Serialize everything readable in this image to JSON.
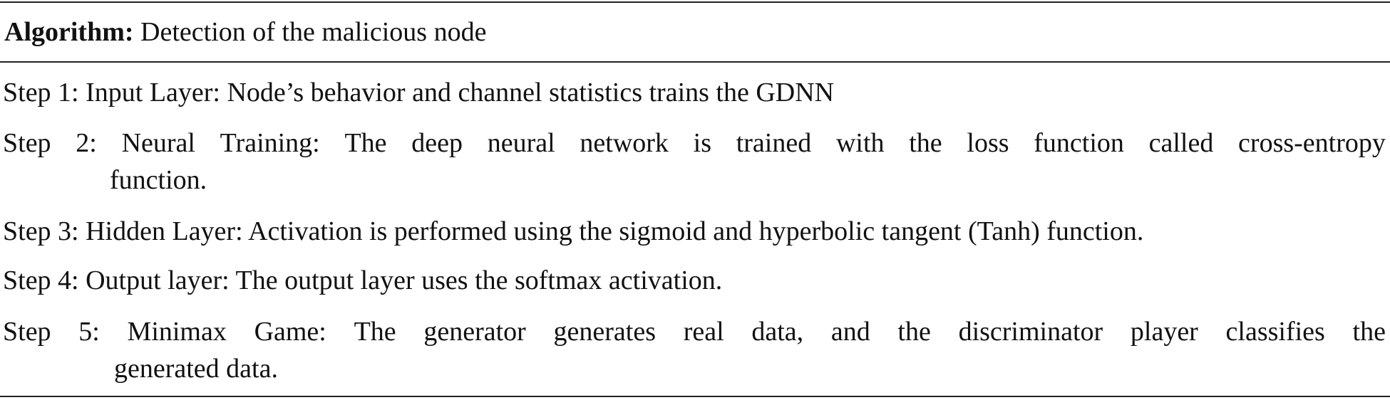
{
  "header": {
    "label": "Algorithm:",
    "title": "Detection of the malicious node"
  },
  "steps": [
    {
      "lines": [
        "Step 1: Input Layer: Node’s behavior and channel statistics trains the GDNN"
      ]
    },
    {
      "lines": [
        "Step 2: Neural Training: The deep neural network is trained with the loss function called cross-entropy",
        "function."
      ]
    },
    {
      "lines": [
        "Step 3: Hidden Layer: Activation is performed using the sigmoid and hyperbolic tangent (Tanh) function."
      ]
    },
    {
      "lines": [
        "Step 4: Output layer: The output layer uses the softmax activation."
      ]
    },
    {
      "lines": [
        "Step 5: Minimax Game: The generator generates real data, and the discriminator player classifies the",
        "generated data."
      ]
    }
  ]
}
